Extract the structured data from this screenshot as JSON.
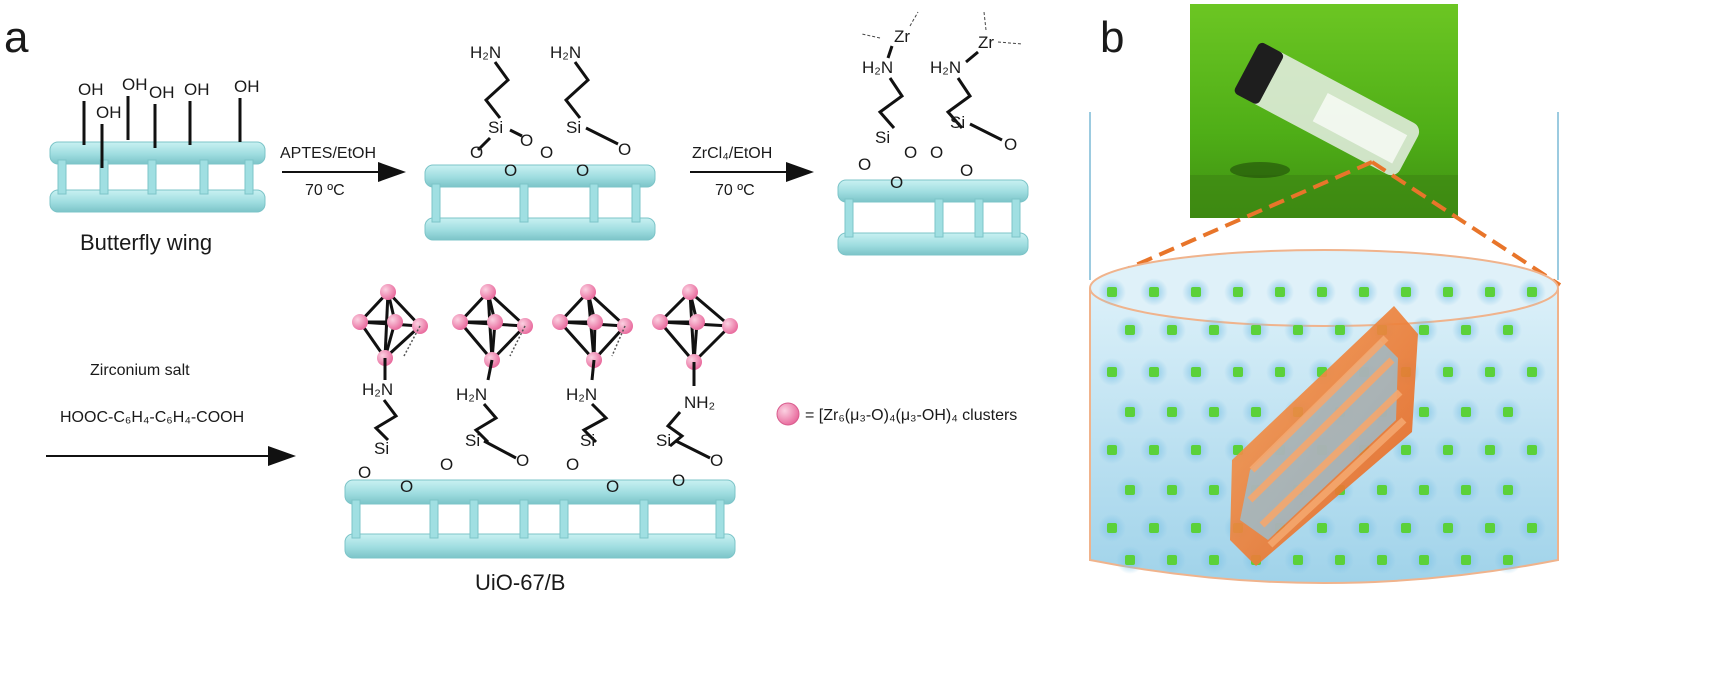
{
  "panel_a": {
    "letter": "a",
    "butterfly_label": "Butterfly wing",
    "step1": {
      "reagent": "APTES/EtOH",
      "temp": "70 ºC"
    },
    "step2": {
      "reagent": "ZrCl₄/EtOH",
      "temp": "70 ºC"
    },
    "step3": {
      "reagent": "Zirconium salt",
      "linker": "HOOC-C₆H₄-C₆H₄-COOH"
    },
    "product_label": "UiO-67/B",
    "legend_text": "= [Zr₆(μ₃-O)₄(μ₃-OH)₄ clusters",
    "chem_labels": {
      "oh": "OH",
      "o": "O",
      "si": "Si",
      "h2n": "H₂N",
      "nh2": "NH₂",
      "zr": "Zr"
    }
  },
  "panel_b": {
    "letter": "b"
  },
  "colors": {
    "substrate": "#a8e3e6",
    "substrate_edge": "#7cc4c8",
    "cluster": "#f08ab0",
    "arrow": "#111111",
    "photo_green": "#5fbf1e",
    "dashed_orange": "#e8752a",
    "beaker_blue": "#a9d8ee",
    "particle_green": "#5bd13a",
    "crystal_orange": "#f07a2e"
  }
}
